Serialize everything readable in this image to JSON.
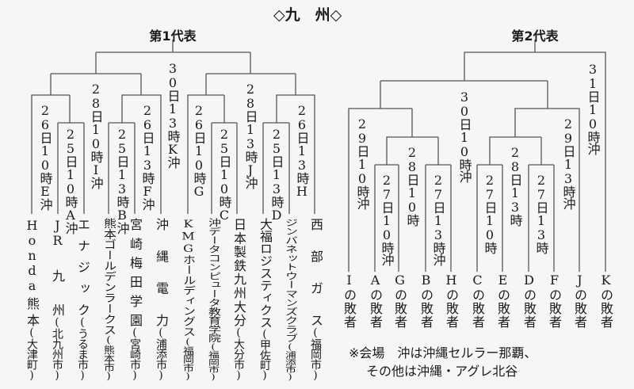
{
  "title": "◇九　州◇",
  "first": {
    "heading": "第1代表",
    "matches": [
      "26日10時E沖",
      "25日10時A沖",
      "28日10時I沖",
      "25日13時B沖",
      "26日13時F沖",
      "30日13時K沖",
      "26日10時G",
      "25日10時C",
      "28日13時J沖",
      "25日13時D",
      "26日13時H"
    ],
    "teams": [
      {
        "name": "Honda熊本",
        "location": "(大津町)"
      },
      {
        "name": "JR九州",
        "location": "(北九州市)"
      },
      {
        "name": "エナジック",
        "location": "(うるま市)"
      },
      {
        "name": "熊本ゴールデンラークス",
        "location": "(熊本市)"
      },
      {
        "name": "宮崎梅田学園",
        "location": "(宮崎市)"
      },
      {
        "name": "沖縄電力",
        "location": "(浦添市)"
      },
      {
        "name": "KMGホールディングス",
        "location": "(福岡市)"
      },
      {
        "name": "沖データコンピュータ教育学院",
        "location": "(福岡市)"
      },
      {
        "name": "日本製鉄九州大分",
        "location": "(大分市)"
      },
      {
        "name": "大福ロジスティクス",
        "location": "(甲佐町)"
      },
      {
        "name": "ジンバネットウーマンズクラブ",
        "location": "(浦添市)"
      },
      {
        "name": "西部ガス",
        "location": "(福岡市)"
      }
    ]
  },
  "second": {
    "heading": "第2代表",
    "matches": [
      "29日10時沖",
      "27日10時沖",
      "28日10時",
      "27日13時沖",
      "30日10時沖",
      "27日10時",
      "28日13時",
      "27日13時",
      "29日13時沖",
      "31日10時沖"
    ],
    "losers": [
      "Iの敗者",
      "Aの敗者",
      "Gの敗者",
      "Bの敗者",
      "Hの敗者",
      "Cの敗者",
      "Eの敗者",
      "Dの敗者",
      "Fの敗者",
      "Jの敗者",
      "Kの敗者"
    ]
  },
  "notes": [
    "※会場　沖は沖縄セルラー那覇、",
    "その他は沖縄・アグレ北谷"
  ]
}
